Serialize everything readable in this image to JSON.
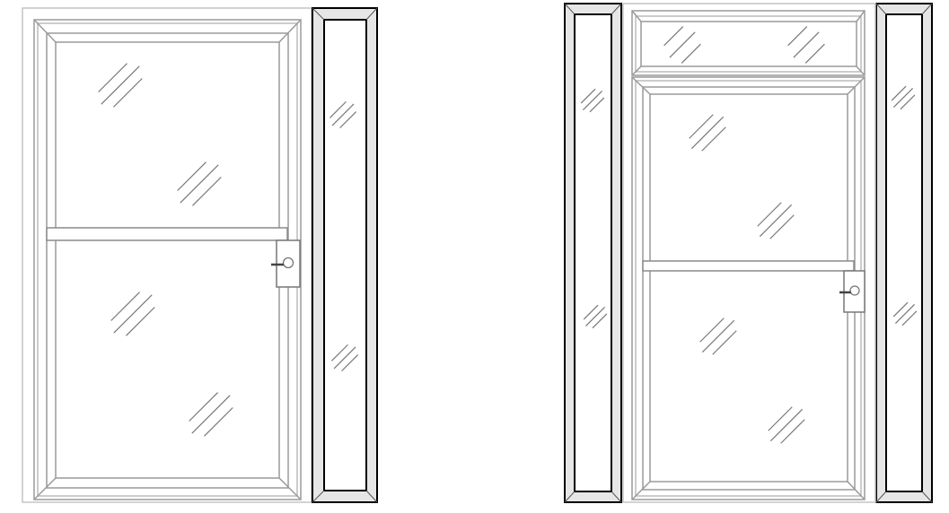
{
  "colors": {
    "frame_gray": "#8a8a8a",
    "frame_light": "#bdbdbd",
    "sidelite_outline": "#000000",
    "sidelite_fill": "#e6e6e6",
    "glass_glare": "#777777"
  },
  "drawings": [
    {
      "name": "door-with-single-sidelite",
      "parts": [
        "door",
        "transom-bar",
        "handle",
        "sidelite-right"
      ]
    },
    {
      "name": "door-with-transom-and-double-sidelites",
      "parts": [
        "sidelite-left",
        "transom-window",
        "door",
        "transom-bar",
        "handle",
        "sidelite-right"
      ]
    }
  ]
}
